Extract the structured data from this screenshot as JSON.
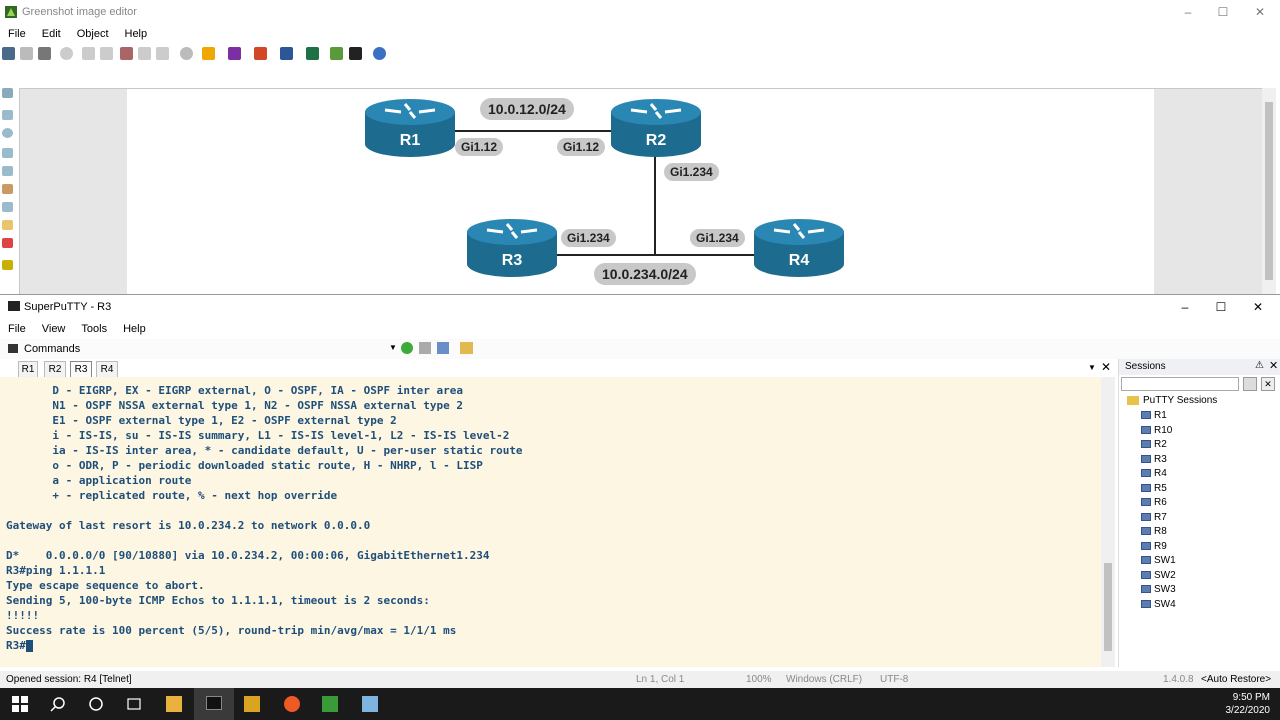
{
  "greenshot": {
    "title": "Greenshot image editor",
    "menu": [
      "File",
      "Edit",
      "Object",
      "Help"
    ],
    "diagram": {
      "routers": [
        "R1",
        "R2",
        "R3",
        "R4"
      ],
      "subnet_r1_r2": "10.0.12.0/24",
      "subnet_r2_r3_r4": "10.0.234.0/24",
      "if_r1": "Gi1.12",
      "if_r2_to_r1": "Gi1.12",
      "if_r2_down": "Gi1.234",
      "if_r3": "Gi1.234",
      "if_r4": "Gi1.234"
    }
  },
  "superputty": {
    "title": "SuperPuTTY - R3",
    "menu": [
      "File",
      "View",
      "Tools",
      "Help"
    ],
    "commands_label": "Commands",
    "tabs": [
      "R1",
      "R2",
      "R3",
      "R4"
    ],
    "active_tab": "R3",
    "terminal_lines": [
      "       D - EIGRP, EX - EIGRP external, O - OSPF, IA - OSPF inter area",
      "       N1 - OSPF NSSA external type 1, N2 - OSPF NSSA external type 2",
      "       E1 - OSPF external type 1, E2 - OSPF external type 2",
      "       i - IS-IS, su - IS-IS summary, L1 - IS-IS level-1, L2 - IS-IS level-2",
      "       ia - IS-IS inter area, * - candidate default, U - per-user static route",
      "       o - ODR, P - periodic downloaded static route, H - NHRP, l - LISP",
      "       a - application route",
      "       + - replicated route, % - next hop override",
      "",
      "Gateway of last resort is 10.0.234.2 to network 0.0.0.0",
      "",
      "D*    0.0.0.0/0 [90/10880] via 10.0.234.2, 00:00:06, GigabitEthernet1.234",
      "R3#ping 1.1.1.1",
      "Type escape sequence to abort.",
      "Sending 5, 100-byte ICMP Echos to 1.1.1.1, timeout is 2 seconds:",
      "!!!!!",
      "Success rate is 100 percent (5/5), round-trip min/avg/max = 1/1/1 ms",
      "R3#"
    ],
    "sessions_title": "Sessions",
    "sessions_root": "PuTTY Sessions",
    "sessions": [
      "R1",
      "R10",
      "R2",
      "R3",
      "R4",
      "R5",
      "R6",
      "R7",
      "R8",
      "R9",
      "SW1",
      "SW2",
      "SW3",
      "SW4"
    ],
    "status_left": "Opened session: R4 [Telnet]",
    "status_mid": [
      "Ln 1, Col 1",
      "100%",
      "Windows (CRLF)",
      "UTF-8"
    ],
    "version": "1.4.0.8",
    "auto_restore": "<Auto Restore>"
  },
  "taskbar": {
    "time": "9:50 PM",
    "date": "3/22/2020"
  }
}
